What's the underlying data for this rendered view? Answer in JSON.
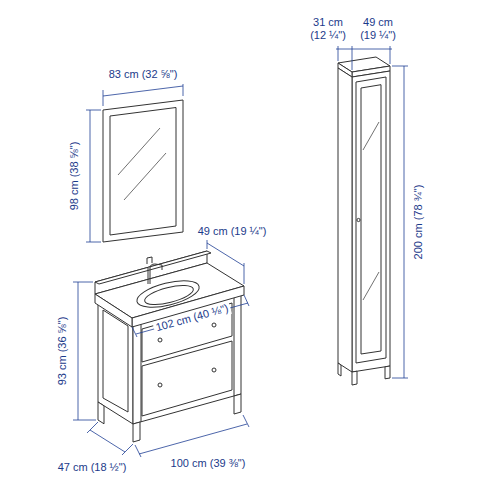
{
  "diagram": {
    "labels": [
      "83 cm (32 ⅝\")",
      "98 cm (38 ⅝\")",
      "31 cm (12 ¼\")",
      "49 cm (19 ¼\")",
      "200 cm (78 ¾\")",
      "49 cm (19 ¼\")",
      "102 cm (40 ⅛\")",
      "93 cm (36 ⅝\")",
      "47 cm (18 ½\")",
      "100 cm (39 ⅜\")"
    ]
  }
}
